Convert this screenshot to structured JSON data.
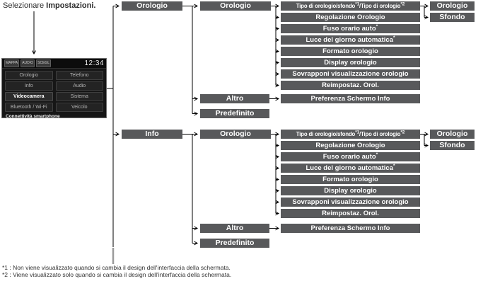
{
  "instruction": {
    "action": "Selezionare",
    "target": "Impostazioni."
  },
  "screen": {
    "topbar": {
      "buttons": [
        "MAPPA",
        "AUDIO",
        "SCEGL"
      ],
      "clock": "12:34"
    },
    "menu_rows": [
      {
        "left": "Orologio",
        "right": "Telefono"
      },
      {
        "left": "Info",
        "right": "Audio"
      },
      {
        "left": "Videocamera",
        "right": "Sistema"
      },
      {
        "left": "Bluetooth / Wi-Fi",
        "right": "Veicolo"
      }
    ],
    "highlighted_item": "Videocamera",
    "footer": "Connettività smartphone"
  },
  "tree": {
    "blocks": [
      {
        "root": "Orologio",
        "submenu": "Orologio",
        "leaves": [
          {
            "t1": "Tipo di orologio/sfondo",
            "s1": "*1",
            "t2": "/Tipo di orologio",
            "s2": "*2"
          },
          {
            "t1": "Regolazione Orologio"
          },
          {
            "t1": "Fuso orario auto",
            "s1": "*"
          },
          {
            "t1": "Luce del giorno automatica",
            "s1": "*"
          },
          {
            "t1": "Formato orologio"
          },
          {
            "t1": "Display orologio"
          },
          {
            "t1": "Sovrapponi visualizzazione orologio"
          },
          {
            "t1": "Reimpostaz. Orol."
          }
        ],
        "tipo_children": [
          "Orologio",
          "Sfondo"
        ],
        "altro": "Altro",
        "altro_child": "Preferenza Schermo Info",
        "predefinito": "Predefinito"
      },
      {
        "root": "Info",
        "submenu": "Orologio",
        "leaves": [
          {
            "t1": "Tipo di orologio/sfondo",
            "s1": "*1",
            "t2": "/Tipo di orologio",
            "s2": "*2"
          },
          {
            "t1": "Regolazione Orologio"
          },
          {
            "t1": "Fuso orario auto",
            "s1": "*"
          },
          {
            "t1": "Luce del giorno automatica",
            "s1": "*"
          },
          {
            "t1": "Formato orologio"
          },
          {
            "t1": "Display orologio"
          },
          {
            "t1": "Sovrapponi visualizzazione orologio"
          },
          {
            "t1": "Reimpostaz. Orol."
          }
        ],
        "tipo_children": [
          "Orologio",
          "Sfondo"
        ],
        "altro": "Altro",
        "altro_child": "Preferenza Schermo Info",
        "predefinito": "Predefinito"
      }
    ]
  },
  "footnotes": [
    "*1 : Non viene visualizzato quando si cambia il design dell'interfaccia della schermata.",
    "*2 : Viene visualizzato solo quando si cambia il design dell'interfaccia della schermata."
  ],
  "colors": {
    "box": "#58595b",
    "box_text": "#ffffff",
    "line": "#000000",
    "continuation": "#9b9b9b",
    "screen_bg": "#161616"
  }
}
